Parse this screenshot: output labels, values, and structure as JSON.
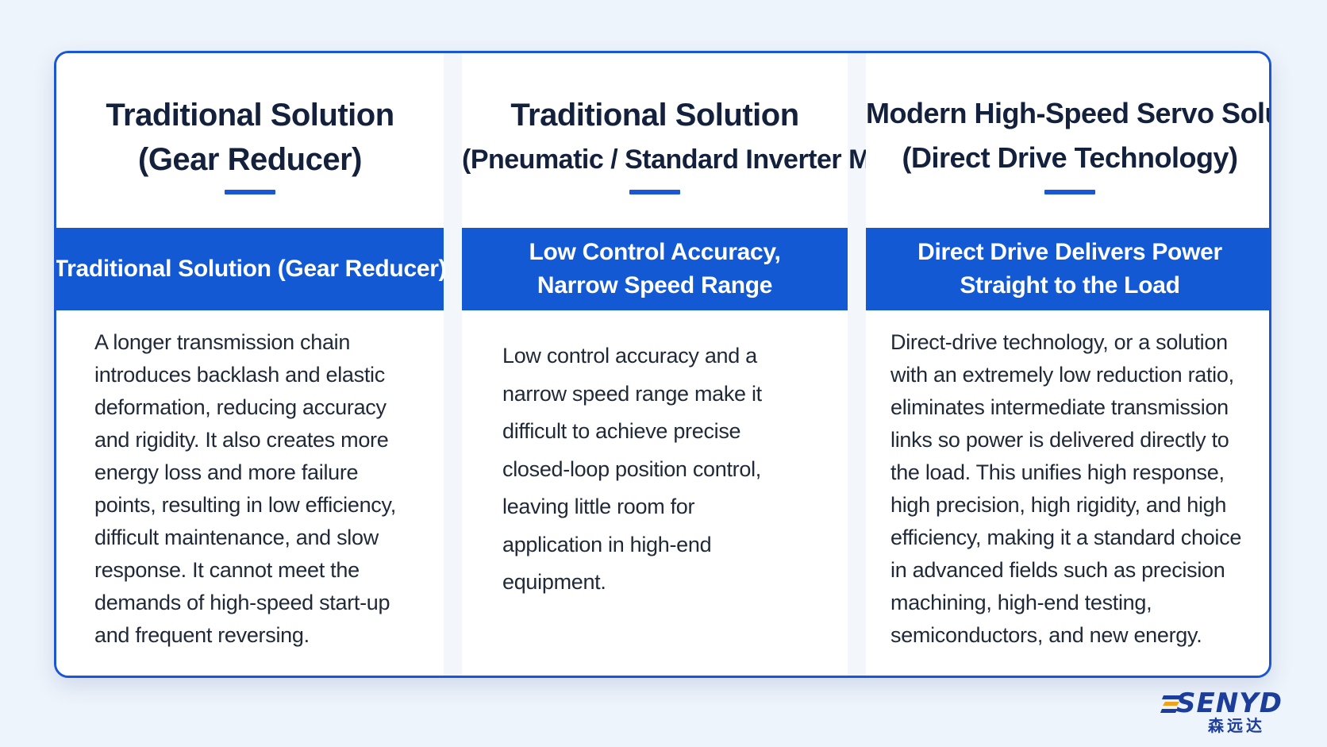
{
  "columns": [
    {
      "title_lines": [
        "Traditional Solution",
        "(Gear Reducer)"
      ],
      "band_lines": [
        "Traditional Solution (Gear Reducer)"
      ],
      "body_lines": [
        "A longer transmission chain",
        "introduces backlash and elastic",
        "deformation, reducing accuracy",
        "and rigidity. It also creates more",
        "energy loss and more failure",
        "points, resulting in low efficiency,",
        "difficult maintenance, and slow",
        "response. It cannot meet the",
        "demands of high-speed start-up",
        "and frequent reversing."
      ]
    },
    {
      "title_lines": [
        "Traditional Solution",
        "(Pneumatic / Standard Inverter Motor)"
      ],
      "band_lines": [
        "Low Control Accuracy,",
        "Narrow Speed Range"
      ],
      "body_lines": [
        "Low control accuracy and a",
        "narrow speed range make it",
        "difficult to achieve precise",
        "closed-loop position control,",
        "leaving little room for",
        "application in high-end",
        "equipment."
      ]
    },
    {
      "title_lines": [
        "Modern High-Speed Servo Solution",
        "(Direct Drive Technology)"
      ],
      "band_lines": [
        "Direct Drive Delivers Power",
        "Straight to the Load"
      ],
      "body_lines": [
        "Direct-drive technology, or a solution",
        "with an extremely low reduction ratio,",
        "eliminates intermediate transmission",
        "links so power is delivered directly to",
        "the load. This unifies high response,",
        "high precision, high rigidity, and high",
        "efficiency, making it a standard choice",
        "in advanced fields such as precision",
        "machining, high-end testing,",
        "semiconductors, and new energy."
      ]
    }
  ],
  "logo": {
    "wordmark": "SENYD",
    "chinese": "森远达"
  },
  "colors": {
    "accent": "#1259d3",
    "frame_border": "#1a56d6",
    "title_text": "#14213d",
    "body_text": "#1f2937",
    "background": "#eef4fb",
    "logo": "#1c3d9a"
  }
}
